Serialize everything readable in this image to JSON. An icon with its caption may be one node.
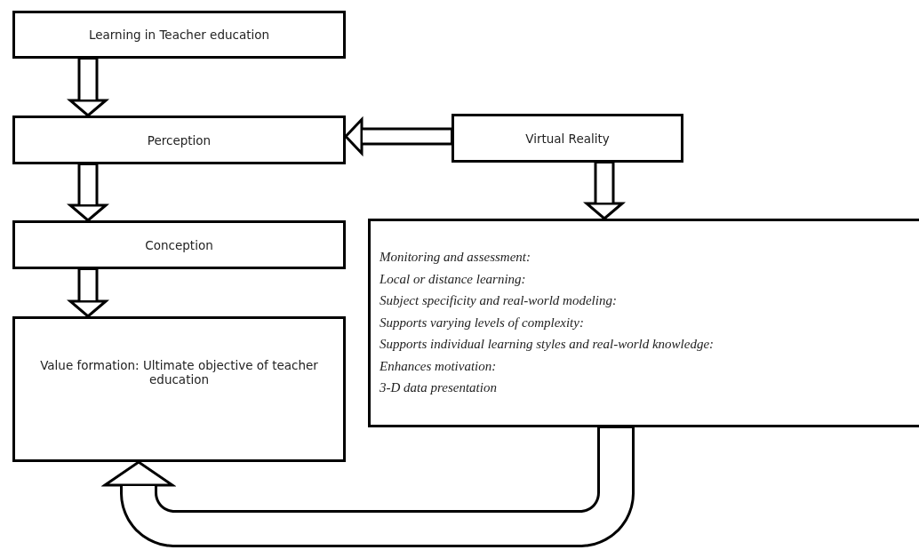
{
  "diagram": {
    "nodes": [
      {
        "text": [
          "Learning in Teacher education"
        ]
      },
      {
        "text": [
          "Perception"
        ]
      },
      {
        "text": [
          "Virtual Reality"
        ]
      },
      {
        "text": [
          "Conception"
        ]
      },
      {
        "text": [
          "Value formation: Ultimate objective of teacher education"
        ]
      },
      {
        "text": [
          "Monitoring and assessment:",
          "Local or distance learning:",
          "Subject specificity and real-world modeling:",
          "Supports varying levels of complexity:",
          "Supports individual learning styles and real-world knowledge:",
          "Enhances motivation:",
          "3-D data presentation"
        ]
      }
    ],
    "edges": [
      {
        "from": 0,
        "to": 1,
        "arrow": "to"
      },
      {
        "from": 2,
        "to": 1,
        "arrow": "to"
      },
      {
        "from": 1,
        "to": 3,
        "arrow": "to"
      },
      {
        "from": 2,
        "to": 5,
        "arrow": "to"
      },
      {
        "from": 3,
        "to": 4,
        "arrow": "to"
      },
      {
        "from": 5,
        "to": 4,
        "arrow": "to"
      }
    ]
  }
}
